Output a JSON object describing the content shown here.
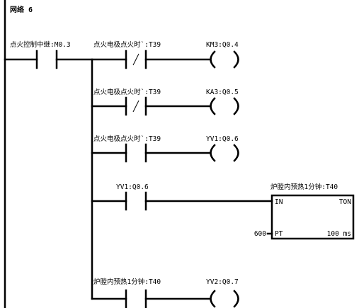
{
  "network": {
    "title": "网络 6",
    "rungs": [
      {
        "contact": {
          "label": "点火控制中继:M0.3",
          "type": "NO"
        },
        "branch_contact": {
          "label": "点火电极点火时`:T39",
          "type": "NC"
        },
        "coil": {
          "label": "KM3:Q0.4"
        }
      },
      {
        "branch_contact": {
          "label": "点火电极点火时`:T39",
          "type": "NC"
        },
        "coil": {
          "label": "KA3:Q0.5"
        }
      },
      {
        "branch_contact": {
          "label": "点火电极点火时`:T39",
          "type": "NO"
        },
        "coil": {
          "label": "YV1:Q0.6"
        }
      },
      {
        "branch_contact": {
          "label": "YV1:Q0.6",
          "type": "NO"
        },
        "timer": {
          "title": "炉膛内预热1分钟:T40",
          "in": "IN",
          "type": "TON",
          "pt_value": "600",
          "pt": "PT",
          "base": "100 ms"
        }
      },
      {
        "branch_contact": {
          "label": "炉膛内预热1分钟:T40",
          "type": "NO"
        },
        "coil": {
          "label": "YV2:Q0.7"
        }
      }
    ]
  }
}
